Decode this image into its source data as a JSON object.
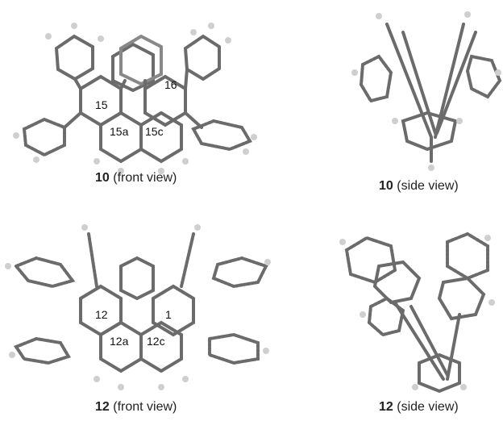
{
  "figures": [
    {
      "compound": "10",
      "view": "(front view)",
      "labels": {
        "ring_left": "15",
        "ring_right": "16",
        "center_left": "15a",
        "center_right": "15c"
      }
    },
    {
      "compound": "10",
      "view": "(side view)"
    },
    {
      "compound": "12",
      "view": "(front view)",
      "labels": {
        "ring_left": "12",
        "ring_right": "1",
        "center_left": "12a",
        "center_right": "12c"
      }
    },
    {
      "compound": "12",
      "view": "(side view)"
    }
  ],
  "colors": {
    "bond": "#6b6b6b",
    "bond_light": "#b5b5b5",
    "hydrogen": "#cfcfcf",
    "text": "#222222"
  }
}
